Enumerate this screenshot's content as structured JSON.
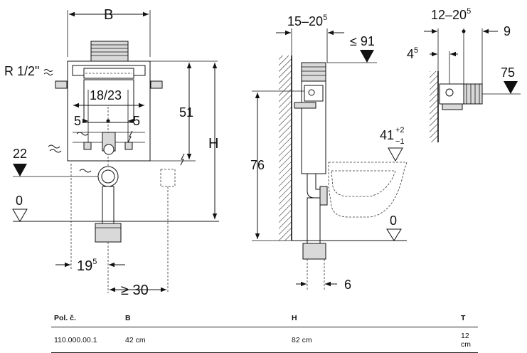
{
  "front_view": {
    "dim_width": "B",
    "supply_label": "R 1/2\"",
    "dim_bolt_spacing": "18/23",
    "dim_left_offset": "5",
    "dim_right_offset": "5",
    "dim_height_51": "51",
    "dim_total_height": "H",
    "dim_outlet_height": "22",
    "floor_level": "0",
    "dim_bottom_offset_base": "19",
    "dim_bottom_offset_sup": "5",
    "dim_min_distance": "≥ 30"
  },
  "side_view": {
    "dim_wall_base": "15–20",
    "dim_wall_sup": "5",
    "dim_max_top": "≤ 91",
    "dim_height_76": "76",
    "dim_bowl_base": "41",
    "dim_bowl_sup": "+2",
    "dim_bowl_sub": "−1",
    "floor_level": "0",
    "dim_pipe": "6"
  },
  "detail_view": {
    "dim_top_base": "12–20",
    "dim_top_sup": "5",
    "dim_right": "9",
    "dim_left_base": "4",
    "dim_left_sup": "5",
    "dim_height": "75"
  },
  "table": {
    "headers": [
      "Pol. č.",
      "B",
      "H",
      "T"
    ],
    "rows": [
      [
        "110.000.00.1",
        "42 cm",
        "82 cm",
        "12 cm"
      ]
    ]
  }
}
